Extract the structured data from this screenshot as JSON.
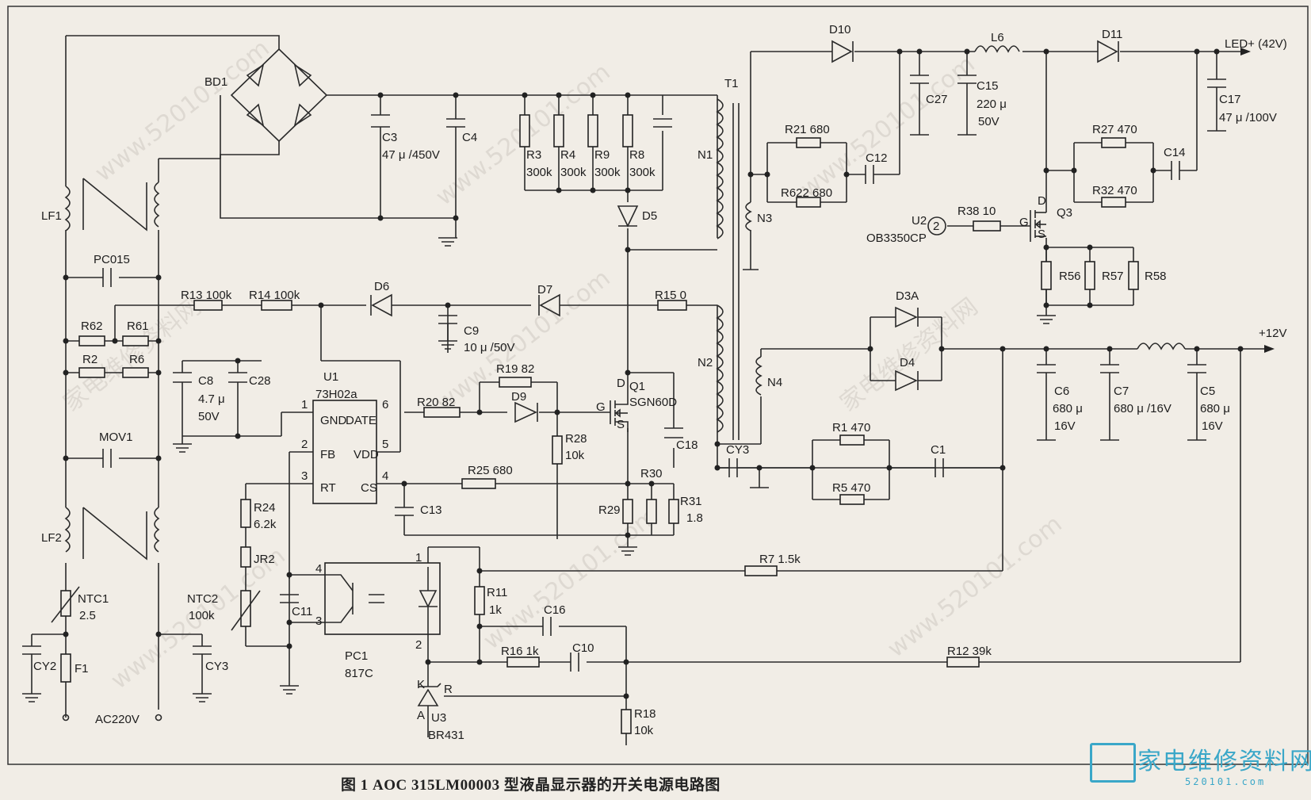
{
  "caption": "图 1 AOC 315LM00003 型液晶显示器的开关电源电路图",
  "logo": {
    "text": "家电维修资料网",
    "url": "520101.com"
  },
  "watermark": {
    "site": "www.520101.com",
    "name": "家电维修资料网"
  },
  "labels": {
    "bd1": "BD1",
    "lf1": "LF1",
    "lf2": "LF2",
    "pc015": "PC015",
    "r62": "R62",
    "r61": "R61",
    "r2": "R2",
    "r6": "R6",
    "mov1": "MOV1",
    "ntc1": "NTC1",
    "ntc1_val": "2.5",
    "ntc2": "NTC2",
    "ntc2_val": "100k",
    "cy2": "CY2",
    "f1": "F1",
    "cy3a": "CY3",
    "ac220": "AC220V",
    "c3": "C3",
    "c3_val": "47 μ /450V",
    "c4": "C4",
    "r3": "R3",
    "r4": "R4",
    "r9": "R9",
    "r8": "R8",
    "r3v": "300k",
    "r4v": "300k",
    "r9v": "300k",
    "r8v": "300k",
    "d5": "D5",
    "t1": "T1",
    "n1": "N1",
    "n2": "N2",
    "n3": "N3",
    "n4": "N4",
    "r13": "R13 100k",
    "r14": "R14 100k",
    "d6": "D6",
    "d7": "D7",
    "c9": "C9",
    "c9v": "10 μ /50V",
    "r15": "R15 0",
    "c8": "C8",
    "c8v1": "4.7 μ",
    "c8v2": "50V",
    "c28": "C28",
    "u1": "U1",
    "u1p": "73H02a",
    "gnd": "GND",
    "date": "DATE",
    "fb": "FB",
    "vdd": "VDD",
    "rt": "RT",
    "cs": "CS",
    "p1": "1",
    "p2": "2",
    "p3": "3",
    "p4": "4",
    "p5": "5",
    "p6": "6",
    "r19": "R19 82",
    "d9": "D9",
    "r20": "R20 82",
    "q1": "Q1",
    "q1p": "SGN60D",
    "g1": "G",
    "d1p": "D",
    "s1p": "S",
    "r28": "R28",
    "r28v": "10k",
    "c18": "C18",
    "r25": "R25 680",
    "c13": "C13",
    "r30": "R30",
    "r29": "R29",
    "r31": "R31",
    "r31v": "1.8",
    "r24": "R24",
    "r24v": "6.2k",
    "jr2": "JR2",
    "c11": "C11",
    "pc1": "PC1",
    "pc1p": "817C",
    "op4": "4",
    "op3": "3",
    "op1": "1",
    "op2": "2",
    "r11": "R11",
    "r11v": "1k",
    "c16": "C16",
    "r16": "R16 1k",
    "c10": "C10",
    "r7": "R7 1.5k",
    "r12": "R12 39k",
    "r18": "R18",
    "r18v": "10k",
    "u3k": "K",
    "u3a": "A",
    "u3r": "R",
    "u3": "U3",
    "u3p": "BR431",
    "d10": "D10",
    "l6": "L6",
    "d11": "D11",
    "led": "LED+ (42V)",
    "c27": "C27",
    "c15": "C15",
    "c15v1": "220 μ",
    "c15v2": "50V",
    "c17": "C17",
    "c17v": "47 μ /100V",
    "r21": "R21 680",
    "r622": "R622 680",
    "c12": "C12",
    "r27": "R27 470",
    "r32": "R32 470",
    "c14": "C14",
    "u2": "U2",
    "u2p": "OB3350CP",
    "u2n": "2",
    "r38": "R38 10",
    "q3": "Q3",
    "g3": "G",
    "d3p": "D",
    "s3p": "S",
    "r56": "R56",
    "r57": "R57",
    "r58": "R58",
    "d3a": "D3A",
    "d4": "D4",
    "v12": "+12V",
    "c6": "C6",
    "c6v1": "680 μ",
    "c6v2": "16V",
    "c7": "C7",
    "c7v": "680 μ /16V",
    "c5": "C5",
    "c5v1": "680 μ",
    "c5v2": "16V",
    "cy3b": "CY3",
    "r1": "R1 470",
    "r5": "R5 470",
    "c1": "C1"
  }
}
